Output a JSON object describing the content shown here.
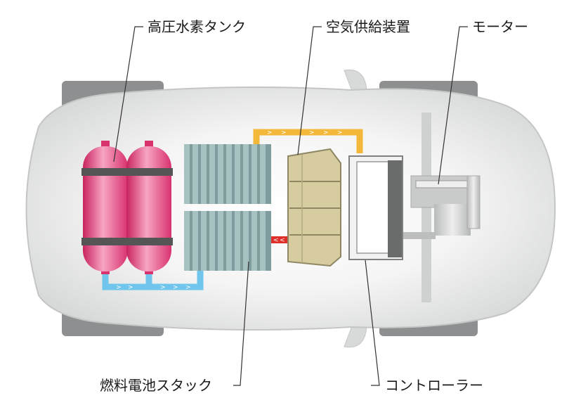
{
  "labels": {
    "hydrogen_tank": "高圧水素タンク",
    "air_supply": "空気供給装置",
    "motor": "モーター",
    "fuel_cell_stack": "燃料電池スタック",
    "controller": "コントローラー"
  },
  "colors": {
    "background": "#ffffff",
    "car_body": "#dcdedd",
    "car_body_edge": "#c4c6c5",
    "wheel": "#8e8f90",
    "tank": "#e4457e",
    "tank_highlight": "#f49bbd",
    "tank_band": "#555555",
    "stack": "#a7c0c0",
    "stack_shade": "#7f9d9f",
    "air_supply": "#d6cc9f",
    "air_supply_edge": "#8f8764",
    "controller": "#f2f2f2",
    "controller_edge": "#7f8080",
    "motor": "#c9cbcb",
    "pipe_hydrogen": "#6fc5ec",
    "pipe_air": "#f3b73a",
    "pipe_air_return": "#e0302b",
    "leader_line": "#333333"
  },
  "icons": {
    "hydrogen_pipe_arrow": ">",
    "air_pipe_arrow": ">",
    "air_return_arrow": "<"
  }
}
